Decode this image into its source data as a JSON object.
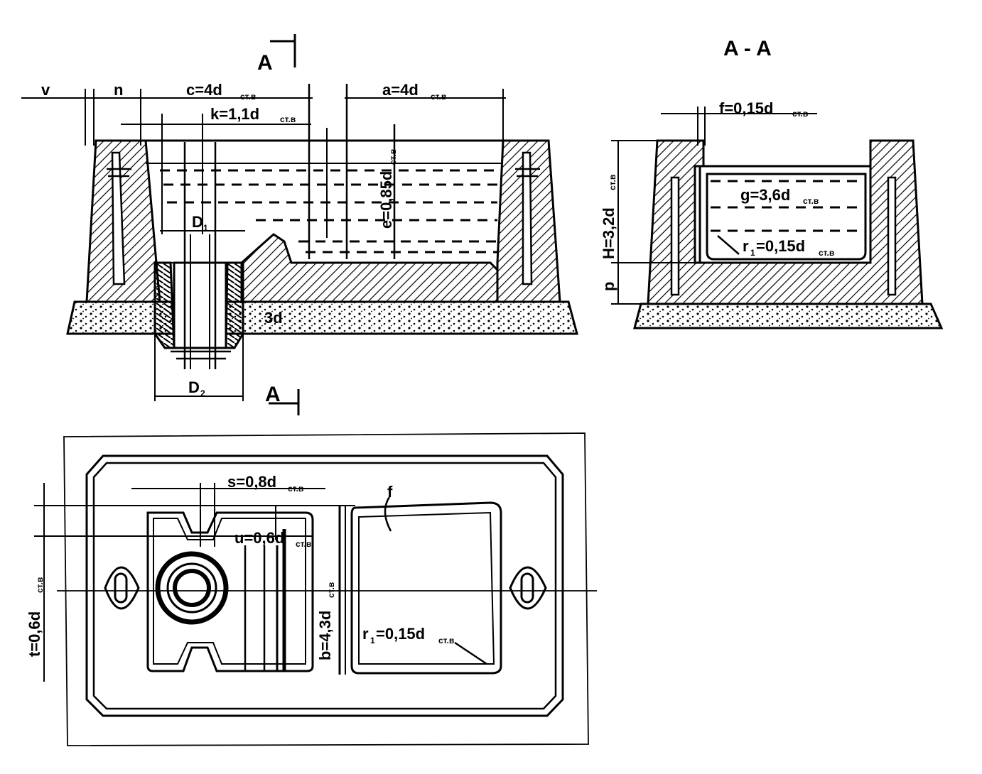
{
  "section_marks": {
    "top": "A",
    "bottom": "A",
    "section_title": "A - A"
  },
  "labels": {
    "v": "v",
    "n": "n",
    "c": "c=4d",
    "k": "k=1,1d",
    "a": "a=4d",
    "e": "e=0,85d",
    "D1": "D",
    "D1_sub": "1",
    "D2": "D",
    "D2_sub": "2",
    "bottom_d": "3d",
    "f": "f=0,15d",
    "H": "H=3,2d",
    "p": "p",
    "g": "g=3,6d",
    "r1_section": "r",
    "r1_section_val": "=0,15d",
    "s": "s=0,8d",
    "u": "u=0,6d",
    "b": "b=4,3d",
    "t": "t=0,6d",
    "r1_plan": "r",
    "r1_plan_val": "=0,15d",
    "f_plan": "f",
    "sub_ctb": "ст.в",
    "sub_1": "1"
  },
  "colors": {
    "ink": "#000000",
    "paper": "#ffffff"
  }
}
